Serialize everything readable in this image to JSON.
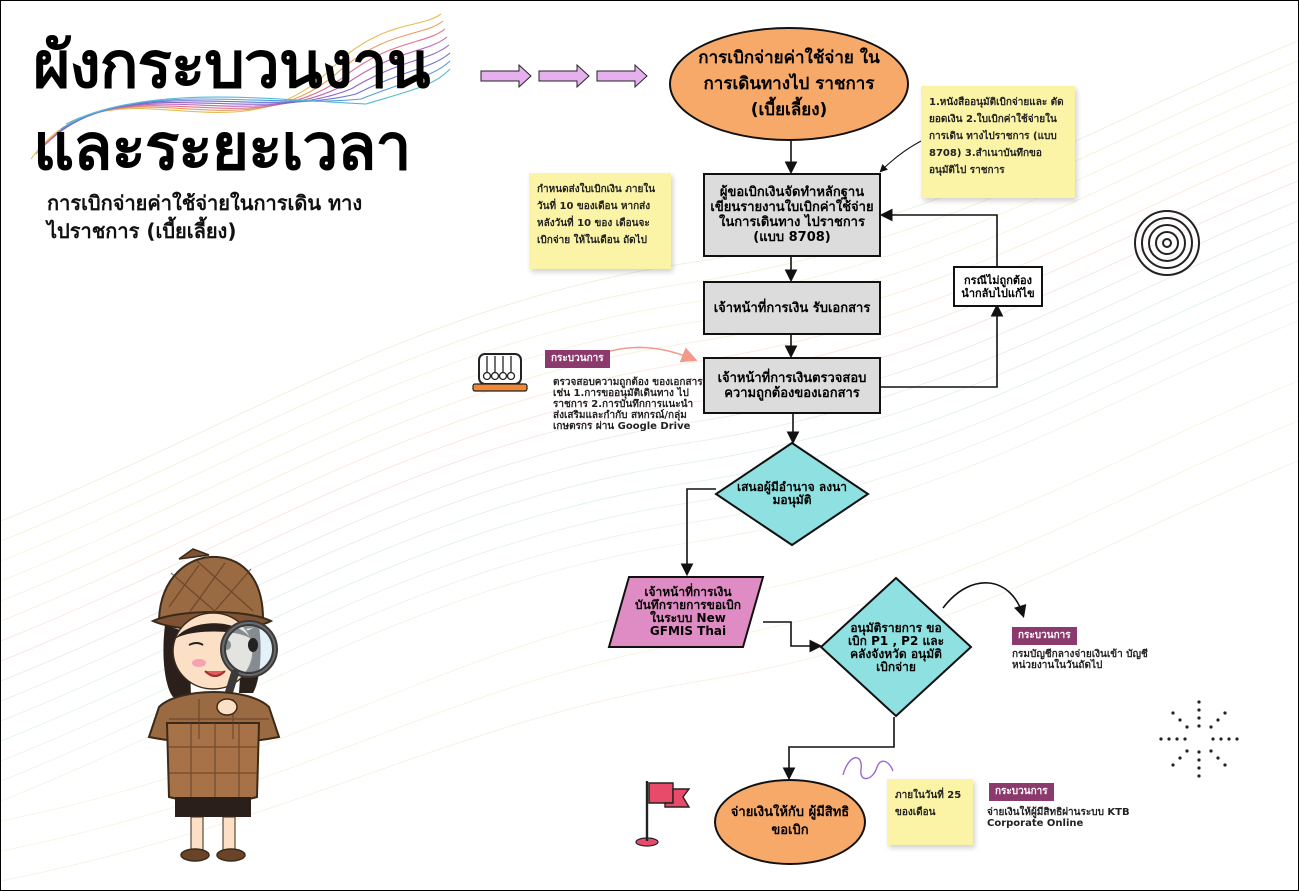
{
  "header": {
    "title_line1": "ผังกระบวนงาน",
    "title_line2": "และระยะเวลา",
    "subtitle": "การเบิกจ่ายค่าใช้จ่ายในการเดิน ทางไปราชการ (เบี้ยเลี้ยง)"
  },
  "flow": {
    "start": "การเบิกจ่ายค่าใช้จ่าย ในการเดินทางไป ราชการ (เบี้ยเลี้ยง)",
    "step1": "ผู้ขอเบิกเงินจัดทำหลักฐาน เขียนรายงานใบเบิกค่าใช้จ่าย ในการเดินทาง ไปราชการ (แบบ 8708)",
    "step2": "เจ้าหน้าที่การเงิน รับเอกสาร",
    "step3": "เจ้าหน้าที่การเงินตรวจสอบ ความถูกต้องของเอกสาร",
    "return_box": "กรณีไม่ถูกต้อง นำกลับไปแก้ไข",
    "decision1": "เสนอผู้มีอำนาจ ลงนามอนุมัติ",
    "step4": "เจ้าหน้าที่การเงิน บันทึกรายการขอเบิก ในระบบ New GFMIS Thai",
    "decision2": "อนุมัติรายการ ขอเบิก P1 , P2 และ คลังจังหวัด อนุมัติเบิกจ่าย",
    "end": "จ่ายเงินให้กับ ผู้มีสิทธิขอเบิก"
  },
  "notes": {
    "docs": "1.หนังสืออนุมัติเบิกจ่ายและ ตัดยอดเงิน 2.ใบเบิกค่าใช้จ่ายในการเดิน ทางไปราชการ (แบบ 8708) 3.สำเนาบันทึกขออนุมัติไป ราชการ",
    "deadline": "กำหนดส่งใบเบิกเงิน ภายในวันที่ 10 ของเดือน หากส่งหลังวันที่ 10 ของ เดือนจะเบิกจ่าย ให้ในเดือน ถัดไป",
    "payday": "ภายในวันที่ 25 ของเดือน"
  },
  "processes": {
    "tag_label": "กระบวนการ",
    "check_text": "ตรวจสอบความถูกต้อง ของเอกสาร เช่น 1.การขออนุมัติเดินทาง ไปราชการ 2.การบันทึกการแนะนำ ส่งเสริมและกำกับ สหกรณ์/กลุ่มเกษตรกร ผ่าน Google Drive",
    "transfer_text": "กรมบัญชีกลางจ่ายเงินเข้า บัญชีหน่วยงานในวันถัดไป",
    "pay_text": "จ่ายเงินให้ผู้มีสิทธิผ่านระบบ KTB Corporate Online"
  },
  "colors": {
    "oval": "#f7a96a",
    "box": "#dcdcdc",
    "diamond": "#8fe0e0",
    "parallelogram": "#e08cc4",
    "note": "#fbf3a6",
    "tag": "#8c3a6e",
    "arrow_fill": "#e6b0ee"
  },
  "icons": {
    "newton_cradle": "newtons-cradle-icon",
    "flag": "flag-icon",
    "target": "concentric-circles-icon",
    "sparkle": "dotted-burst-icon",
    "detective": "detective-character-illustration"
  }
}
